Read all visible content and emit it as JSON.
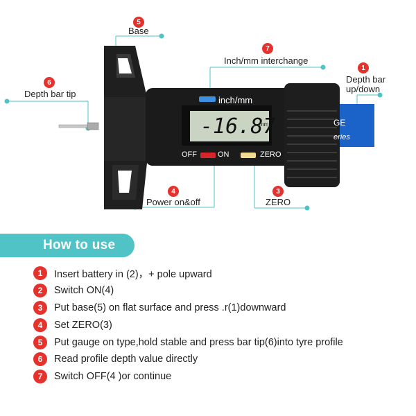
{
  "callouts": {
    "base": {
      "num": "5",
      "label": "Base"
    },
    "interchange": {
      "num": "7",
      "label": "Inch/mm interchange"
    },
    "depth_bar": {
      "num": "1",
      "label_line1": "Depth bar",
      "label_line2": "up/down"
    },
    "depth_tip": {
      "num": "6",
      "label": "Depth bar tip"
    },
    "power": {
      "num": "4",
      "label": "Power on&off"
    },
    "zero": {
      "num": "3",
      "label": "ZERO"
    }
  },
  "device": {
    "unit_button_label": "inch/mm",
    "display_reading": "-16.87",
    "display_unit": "mm",
    "off_label": "OFF",
    "on_label": "ON",
    "zero_label": "ZERO",
    "sleeve_text_1": "GE",
    "sleeve_text_2": "eries"
  },
  "how_to_use": {
    "title": "How to use",
    "steps": [
      {
        "num": "1",
        "text": "Insert battery in (2)，+ pole upward"
      },
      {
        "num": "2",
        "text": "Switch ON(4)"
      },
      {
        "num": "3",
        "text": "Put base(5) on flat surface and press .r(1)downward"
      },
      {
        "num": "4",
        "text": "Set ZERO(3)"
      },
      {
        "num": "5",
        "text": "Put gauge on type,hold stable and press bar tip(6)into tyre profile"
      },
      {
        "num": "6",
        "text": "Read profile depth value directly"
      },
      {
        "num": "7",
        "text": "Switch OFF(4 )or continue"
      }
    ]
  },
  "colors": {
    "accent_teal": "#4fc3c6",
    "badge_red": "#e5322d",
    "unit_button_blue": "#3d8fe0",
    "on_button_red": "#d6262b",
    "zero_button_yellow": "#f1dc92",
    "sleeve_blue": "#1c63c9",
    "lcd_green": "#c9d5c2"
  }
}
